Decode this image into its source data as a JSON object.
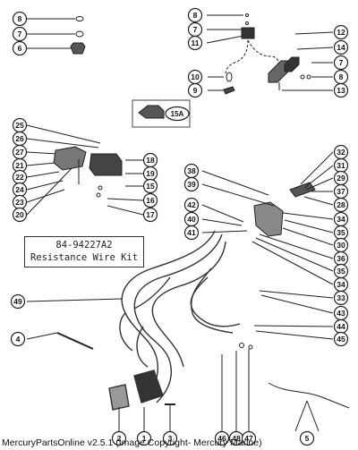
{
  "kit_label": {
    "part_number": "84-94227A2",
    "description": "Resistance Wire Kit"
  },
  "footer": {
    "text": "MercuryPartsOnline v2.5.1 (Image Copyright- Mercury Marine)"
  },
  "callouts": [
    {
      "id": "c-8a",
      "label": "8"
    },
    {
      "id": "c-7a",
      "label": "7"
    },
    {
      "id": "c-6",
      "label": "6"
    },
    {
      "id": "c-8b",
      "label": "8"
    },
    {
      "id": "c-7b",
      "label": "7"
    },
    {
      "id": "c-11",
      "label": "11"
    },
    {
      "id": "c-12",
      "label": "12"
    },
    {
      "id": "c-14",
      "label": "14"
    },
    {
      "id": "c-7c",
      "label": "7"
    },
    {
      "id": "c-8c",
      "label": "8"
    },
    {
      "id": "c-10",
      "label": "10"
    },
    {
      "id": "c-9",
      "label": "9"
    },
    {
      "id": "c-13",
      "label": "13"
    },
    {
      "id": "c-15a",
      "label": "15A"
    },
    {
      "id": "c-25",
      "label": "25"
    },
    {
      "id": "c-26",
      "label": "26"
    },
    {
      "id": "c-27",
      "label": "27"
    },
    {
      "id": "c-21",
      "label": "21"
    },
    {
      "id": "c-22",
      "label": "22"
    },
    {
      "id": "c-24",
      "label": "24"
    },
    {
      "id": "c-23",
      "label": "23"
    },
    {
      "id": "c-20",
      "label": "20"
    },
    {
      "id": "c-18",
      "label": "18"
    },
    {
      "id": "c-19",
      "label": "19"
    },
    {
      "id": "c-15",
      "label": "15"
    },
    {
      "id": "c-16",
      "label": "16"
    },
    {
      "id": "c-17",
      "label": "17"
    },
    {
      "id": "c-38",
      "label": "38"
    },
    {
      "id": "c-39",
      "label": "39"
    },
    {
      "id": "c-42",
      "label": "42"
    },
    {
      "id": "c-40",
      "label": "40"
    },
    {
      "id": "c-41",
      "label": "41"
    },
    {
      "id": "c-32",
      "label": "32"
    },
    {
      "id": "c-31",
      "label": "31"
    },
    {
      "id": "c-29",
      "label": "29"
    },
    {
      "id": "c-37",
      "label": "37"
    },
    {
      "id": "c-28",
      "label": "28"
    },
    {
      "id": "c-34a",
      "label": "34"
    },
    {
      "id": "c-35a",
      "label": "35"
    },
    {
      "id": "c-30",
      "label": "30"
    },
    {
      "id": "c-36",
      "label": "36"
    },
    {
      "id": "c-35b",
      "label": "35"
    },
    {
      "id": "c-34b",
      "label": "34"
    },
    {
      "id": "c-33",
      "label": "33"
    },
    {
      "id": "c-43",
      "label": "43"
    },
    {
      "id": "c-44",
      "label": "44"
    },
    {
      "id": "c-45",
      "label": "45"
    },
    {
      "id": "c-49",
      "label": "49"
    },
    {
      "id": "c-4",
      "label": "4"
    },
    {
      "id": "c-2",
      "label": "2"
    },
    {
      "id": "c-1",
      "label": "1"
    },
    {
      "id": "c-3",
      "label": "3"
    },
    {
      "id": "c-46",
      "label": "46"
    },
    {
      "id": "c-48",
      "label": "48"
    },
    {
      "id": "c-47",
      "label": "47"
    },
    {
      "id": "c-5",
      "label": "5"
    }
  ],
  "colors": {
    "ink": "#222222",
    "paper": "#ffffff"
  }
}
